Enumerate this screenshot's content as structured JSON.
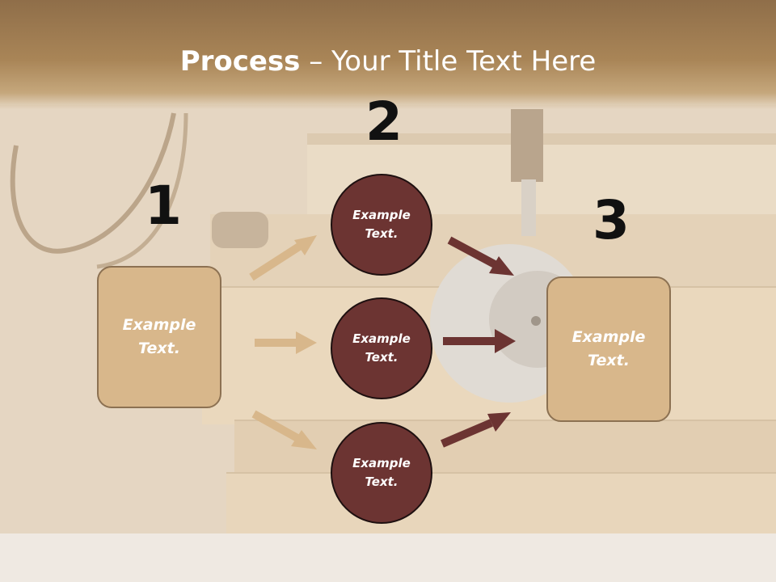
{
  "slide": {
    "title_bold": "Process",
    "title_rest": " – Your Title Text Here",
    "steps": [
      {
        "number": "1",
        "text": "Example Text."
      },
      {
        "number": "2",
        "text": "Example Text."
      },
      {
        "number": "3",
        "text": "Example Text."
      }
    ],
    "circles": [
      {
        "text": "Example Text."
      },
      {
        "text": "Example Text."
      },
      {
        "text": "Example Text."
      }
    ],
    "colors": {
      "header": "#a98557",
      "box_fill": "#d8b78b",
      "circle_fill": "#6c3432",
      "arrow_light": "#d8b78b",
      "arrow_dark": "#6c3432"
    }
  }
}
